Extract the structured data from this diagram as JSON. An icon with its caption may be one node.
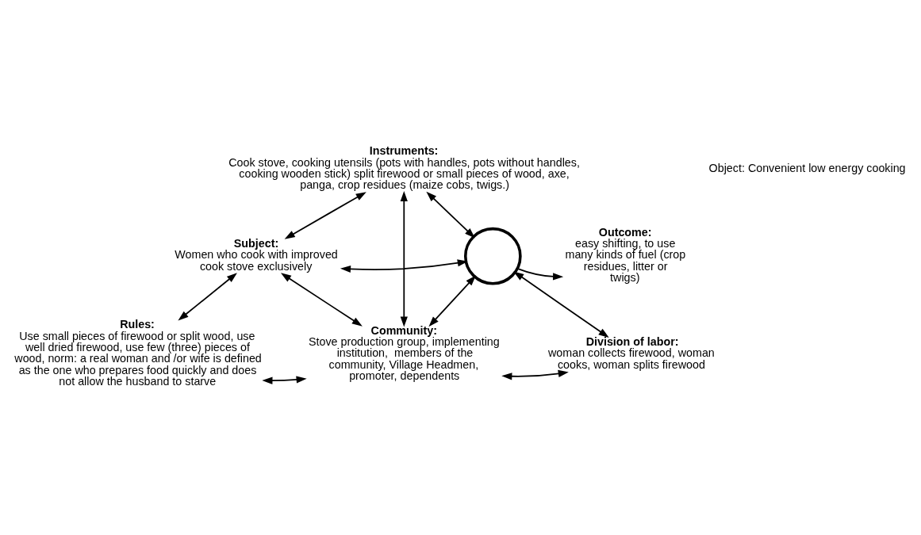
{
  "diagram": {
    "nodes": [
      {
        "text": [
          "Instruments:",
          "Cook stove, cooking utensils (pots with handles, pots without handles, cooking wooden stick) split firewood or small pieces of wood, axe, panga, crop residues (maize cobs, twigs.)"
        ]
      },
      {
        "text": [
          "Subject:",
          "Women who cook with improved cook stove exclusively"
        ]
      },
      {
        "text": [],
        "shape": "circle"
      },
      {
        "text": [
          "Outcome:",
          "easy shifting, to use many kinds of fuel (crop residues, litter or twigs)"
        ]
      },
      {
        "text": [
          "Rules:",
          "Use small pieces of firewood or split wood, use well dried firewood, use few (three) pieces of wood, norm: a real woman and /or wife is defined as the one who prepares food quickly and does not allow the husband to starve"
        ]
      },
      {
        "text": [
          "Community:",
          "Stove production group, implementing institution,  members of the community, Village Headmen, promoter, dependents"
        ]
      },
      {
        "text": [
          "Division of labor:",
          "woman collects firewood, woman cooks, woman splits firewood"
        ]
      }
    ],
    "edges": [
      {
        "from": 0,
        "to": 1,
        "arrow": "both"
      },
      {
        "from": 0,
        "to": 5,
        "arrow": "both"
      },
      {
        "from": 0,
        "to": 2,
        "arrow": "both"
      },
      {
        "from": 1,
        "to": 2,
        "arrow": "both"
      },
      {
        "from": 2,
        "to": 3,
        "arrow": "to"
      },
      {
        "from": 1,
        "to": 4,
        "arrow": "both"
      },
      {
        "from": 1,
        "to": 5,
        "arrow": "both"
      },
      {
        "from": 4,
        "to": 5,
        "arrow": "both"
      },
      {
        "from": 5,
        "to": 2,
        "arrow": "both"
      },
      {
        "from": 5,
        "to": 6,
        "arrow": "both"
      },
      {
        "from": 6,
        "to": 2,
        "arrow": "both"
      }
    ],
    "labels": [
      "Object: Convenient low energy cooking"
    ]
  }
}
